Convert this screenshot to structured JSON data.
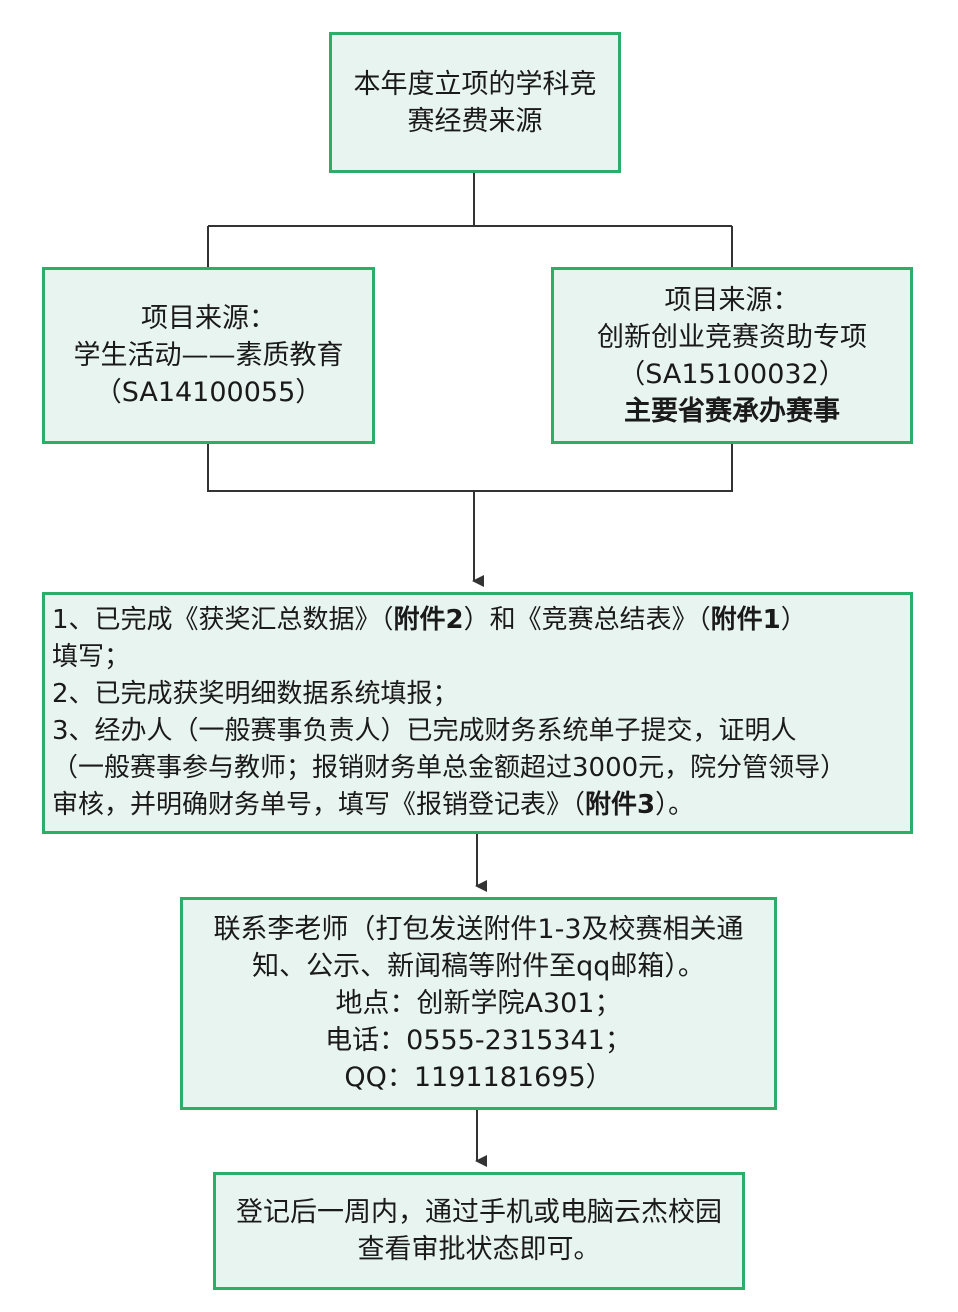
{
  "title_box": {
    "line1": "本年度立项的学科竞",
    "line2": "赛经费来源"
  },
  "source_left": {
    "line1": "项目来源：",
    "line2": "学生活动——素质教育",
    "line3": "（SA14100055）"
  },
  "source_right": {
    "line1": "项目来源：",
    "line2": "创新创业竞赛资助专项",
    "line3": "（SA15100032）",
    "line4": "主要省赛承办赛事"
  },
  "requirements": {
    "l1_a": "1、已完成《获奖汇总数据》（",
    "l1_b": "附件2",
    "l1_c": "）和《竞赛总结表》（",
    "l1_d": "附件1",
    "l1_e": "）",
    "l2": "填写；",
    "l3": "2、已完成获奖明细数据系统填报；",
    "l4": "3、经办人（一般赛事负责人）已完成财务系统单子提交，证明人",
    "l5": "（一般赛事参与教师；报销财务单总金额超过3000元，院分管领导）",
    "l6_a": "审核，并明确财务单号，填写《报销登记表》（",
    "l6_b": "附件3",
    "l6_c": "）。"
  },
  "contact": {
    "line1": "联系李老师（打包发送附件1-3及校赛相关通",
    "line2": "知、公示、新闻稿等附件至qq邮箱）。",
    "line3": "地点：创新学院A301；",
    "line4": "电话：0555-2315341；",
    "line5": "QQ：1191181695）"
  },
  "final": {
    "line1": "登记后一周内，通过手机或电脑云杰校园",
    "line2": "查看审批状态即可。"
  },
  "colors": {
    "box_border": "#2dae68",
    "box_fill": "#e8f4ef",
    "connector": "#333333"
  }
}
